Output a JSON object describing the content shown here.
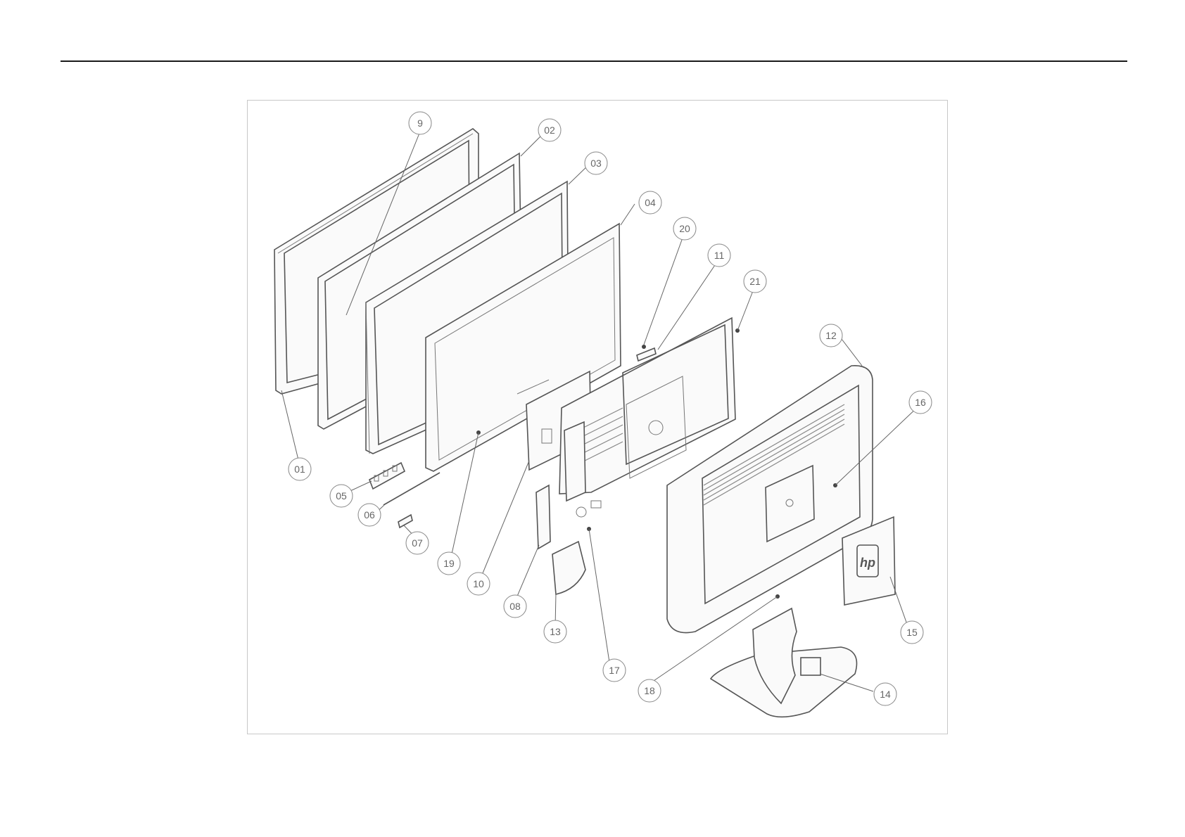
{
  "callouts": [
    {
      "id": "c9",
      "label": "9"
    },
    {
      "id": "c02",
      "label": "02"
    },
    {
      "id": "c03",
      "label": "03"
    },
    {
      "id": "c04",
      "label": "04"
    },
    {
      "id": "c20",
      "label": "20"
    },
    {
      "id": "c11",
      "label": "11"
    },
    {
      "id": "c21",
      "label": "21"
    },
    {
      "id": "c12",
      "label": "12"
    },
    {
      "id": "c16",
      "label": "16"
    },
    {
      "id": "c01",
      "label": "01"
    },
    {
      "id": "c05",
      "label": "05"
    },
    {
      "id": "c06",
      "label": "06"
    },
    {
      "id": "c07",
      "label": "07"
    },
    {
      "id": "c19",
      "label": "19"
    },
    {
      "id": "c10",
      "label": "10"
    },
    {
      "id": "c08",
      "label": "08"
    },
    {
      "id": "c13",
      "label": "13"
    },
    {
      "id": "c17",
      "label": "17"
    },
    {
      "id": "c18",
      "label": "18"
    },
    {
      "id": "c15",
      "label": "15"
    },
    {
      "id": "c14",
      "label": "14"
    }
  ],
  "colors": {
    "line": "#555555",
    "callout": "#888888",
    "background": "#ffffff"
  }
}
